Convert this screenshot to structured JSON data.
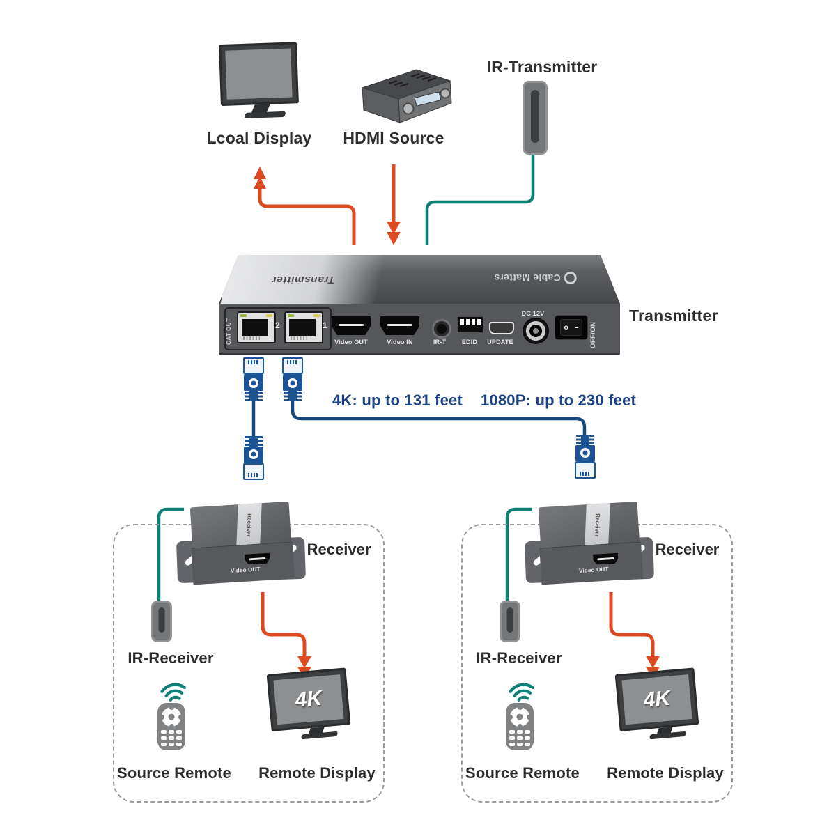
{
  "colors": {
    "arrow_red": "#dc4a22",
    "ir_teal": "#0e8074",
    "cable_blue": "#17477f",
    "connector_blue": "#1d5496",
    "label_text": "#2d2d2d",
    "distance_text": "#1b4383"
  },
  "top_row": {
    "local_display": {
      "label": "Lcoal Display"
    },
    "hdmi_source": {
      "label": "HDMI Source"
    },
    "ir_transmitter": {
      "label": "IR-Transmitter"
    }
  },
  "transmitter": {
    "side_label": "Transmitter",
    "top_print": "Transmitter",
    "brand": "Cable Matters",
    "front": {
      "cat_out": "CAT OUT",
      "rj45_2": "2",
      "rj45_1": "1",
      "video_out": "Video OUT",
      "video_in": "Video IN",
      "ir_t": "IR-T",
      "edid": "EDID",
      "update": "UPDATE",
      "dc_12v": "DC 12V",
      "off_on": "OFF/ON",
      "rocker_o": "o",
      "rocker_line": "–"
    }
  },
  "link": {
    "dist_4k": "4K: up to 131 feet",
    "dist_1080p": "1080P: up to 230 feet"
  },
  "receivers": [
    {
      "box_label": "Receiver",
      "device_print": "Receiver",
      "video_out": "Video OUT",
      "ir_receiver": "IR-Receiver",
      "source_remote": "Source Remote",
      "remote_display": "Remote Display",
      "tv_badge": "4K"
    },
    {
      "box_label": "Receiver",
      "device_print": "Receiver",
      "video_out": "Video OUT",
      "ir_receiver": "IR-Receiver",
      "source_remote": "Source Remote",
      "remote_display": "Remote Display",
      "tv_badge": "4K"
    }
  ]
}
